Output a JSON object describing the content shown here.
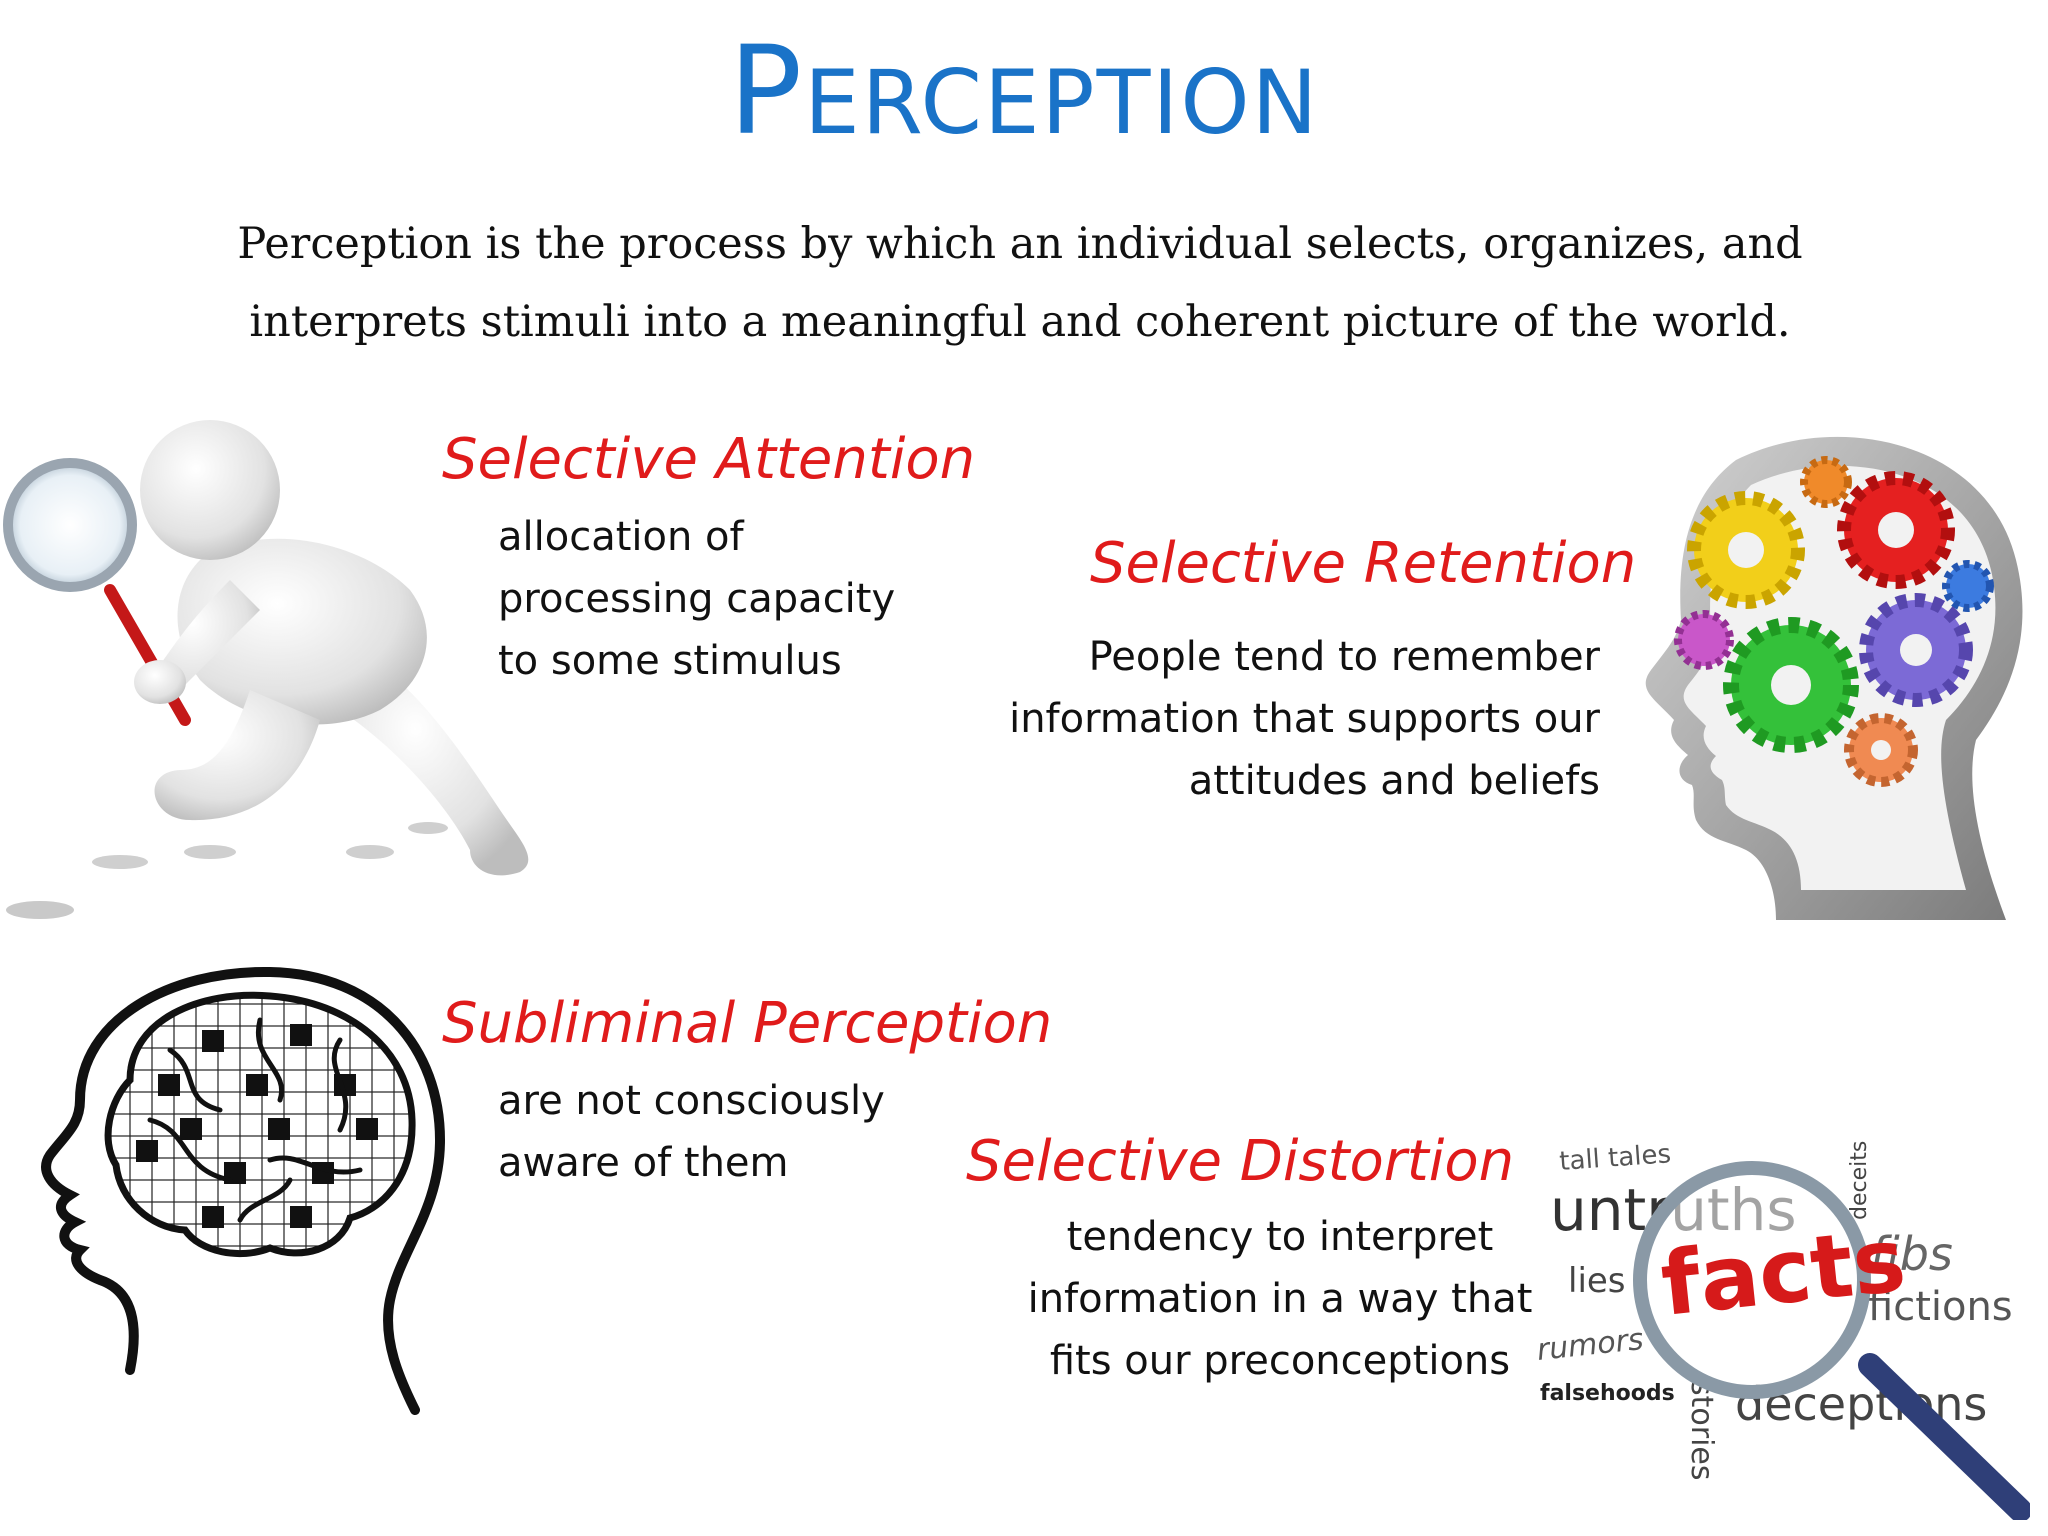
{
  "title": {
    "first": "P",
    "rest": "ERCEPTION"
  },
  "intro": {
    "line1": "Perception is the process by which an individual selects, organizes, and",
    "line2": "interprets stimuli into a meaningful and coherent picture of the world."
  },
  "sections": {
    "attention": {
      "heading": "Selective Attention",
      "lines": [
        "allocation of",
        "processing capacity",
        "to some stimulus"
      ]
    },
    "retention": {
      "heading": "Selective Retention",
      "lines": [
        "People tend to remember",
        "information that supports our",
        "attitudes and beliefs"
      ]
    },
    "subliminal": {
      "heading": "Subliminal Perception",
      "lines": [
        "are not consciously",
        "aware of them"
      ]
    },
    "distortion": {
      "heading": "Selective Distortion",
      "lines": [
        "tendency to interpret",
        "information in a way that",
        "fits our preconceptions"
      ]
    }
  },
  "word_cloud": {
    "tall_tales": "tall tales",
    "untruths": "untruths",
    "deceits": "deceits",
    "fibs": "fibs",
    "lies": "lies",
    "facts": "facts",
    "fictions": "fictions",
    "rumors": "rumors",
    "falsehoods": "falsehoods",
    "stories": "stories",
    "deceptions": "deceptions"
  },
  "colors": {
    "title": "#1a73c8",
    "heading": "#e01b1b",
    "text": "#111111"
  },
  "icons": {
    "attention": "figure-with-magnifier-illustration",
    "retention": "head-with-gears-illustration",
    "subliminal": "brain-grid-head-illustration",
    "distortion": "facts-magnifier-word-cloud-illustration"
  }
}
